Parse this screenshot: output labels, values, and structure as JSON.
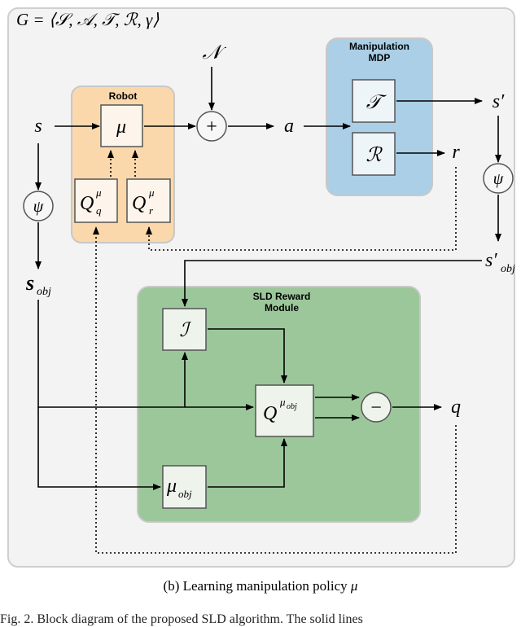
{
  "title": "G = ⟨𝒮, 𝒜, 𝒯, ℛ, γ⟩",
  "blocks": {
    "robot": {
      "label": "Robot",
      "fill": "#fbd8ab",
      "stroke": "#c8c8c8"
    },
    "mdp": {
      "label_line1": "Manipulation",
      "label_line2": "MDP",
      "fill": "#aacfe6",
      "stroke": "#c8c8c8"
    },
    "sld": {
      "label_line1": "SLD Reward",
      "label_line2": "Module",
      "fill": "#9cc79a",
      "stroke": "#c8c8c8"
    }
  },
  "nodes": {
    "mu": "μ",
    "q_q": "Q",
    "q_q_sup": "μ",
    "q_q_sub": "q",
    "q_r": "Q",
    "q_r_sup": "μ",
    "q_r_sub": "r",
    "T": "𝒯",
    "R": "ℛ",
    "I": "ℐ",
    "q_obj": "Q",
    "q_obj_sup1": "μ",
    "q_obj_sup2": "obj",
    "mu_obj": "μ",
    "mu_obj_sub": "obj",
    "plus": "+",
    "minus": "−",
    "psi_left": "ψ",
    "psi_right": "ψ"
  },
  "signals": {
    "s": "s",
    "noise": "𝒩",
    "a": "a",
    "s_prime": "s′",
    "r": "r",
    "s_obj": "s",
    "s_obj_sub": "obj",
    "s_prime_obj": "s′",
    "s_prime_obj_sub": "obj",
    "q": "q"
  },
  "caption": {
    "text": "(b) Learning manipulation policy ",
    "symbol": "μ"
  },
  "clipped_text": "Fig. 2.   Block diagram of the proposed SLD algorithm. The solid lines"
}
